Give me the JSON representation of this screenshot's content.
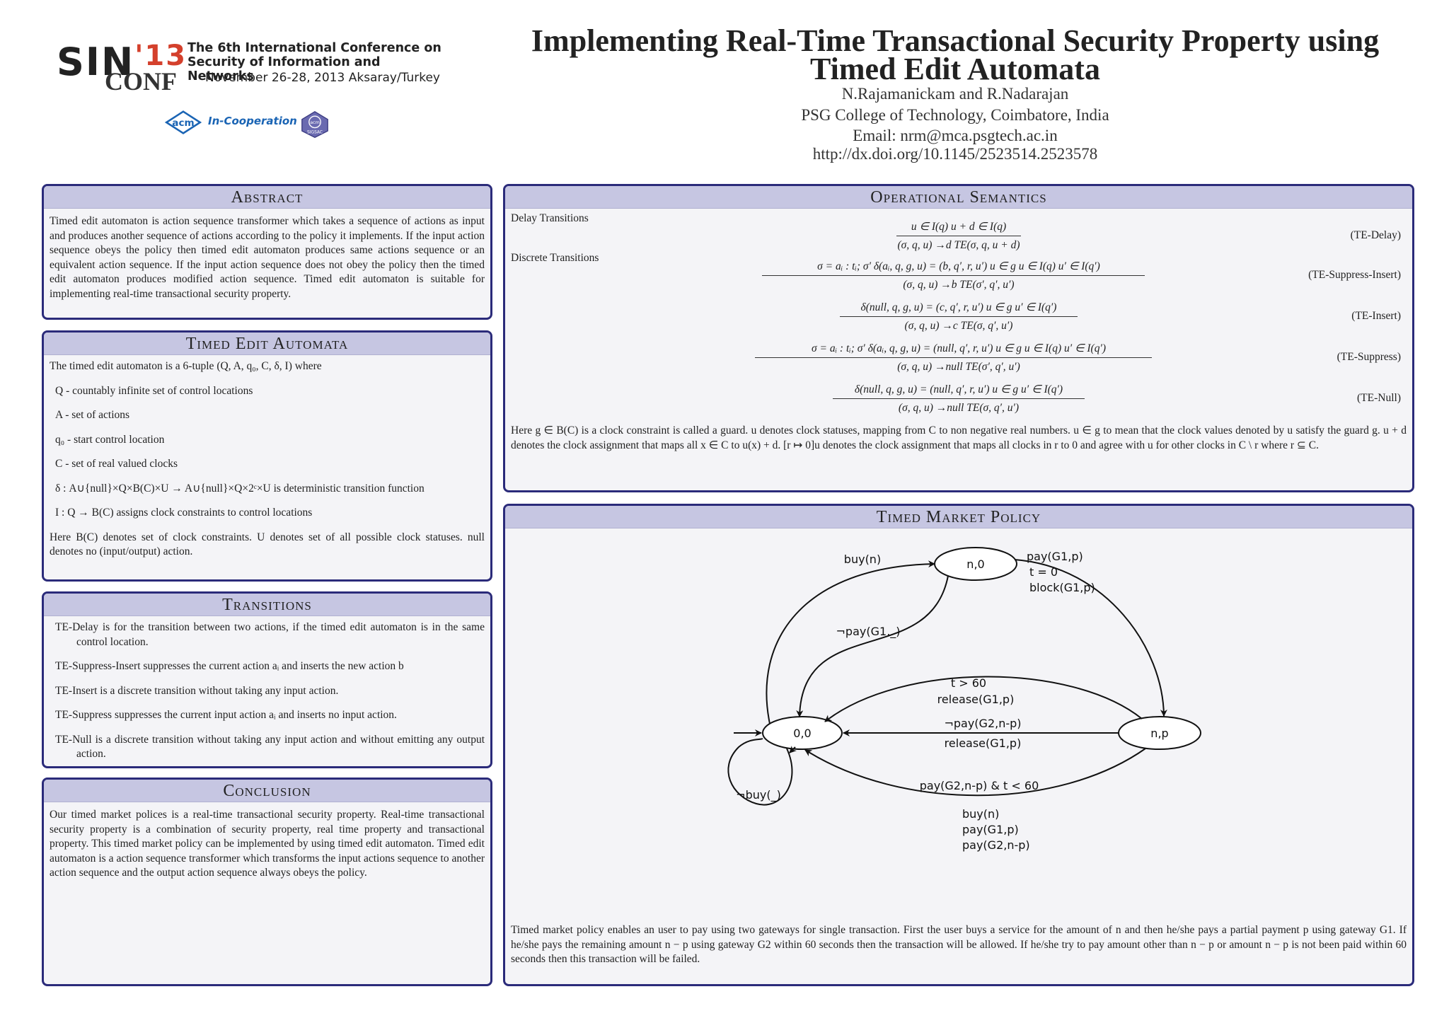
{
  "conference": {
    "logo_sin": "SIN",
    "logo_year": "'13",
    "logo_conf": "CONF",
    "title_lines": [
      "The 6th International Conference on",
      "Security of Information and Networks"
    ],
    "date_place": "November 26-28, 2013 Aksaray/Turkey",
    "acm_text": "In-Cooperation",
    "acm_logo": "acm",
    "sigsac": "SIGSAC"
  },
  "header": {
    "title": "Implementing Real-Time Transactional Security Property using Timed Edit Automata",
    "authors": "N.Rajamanickam and R.Nadarajan",
    "affiliation": "PSG College of Technology, Coimbatore, India",
    "email": "Email: nrm@mca.psgtech.ac.in",
    "doi": "http://dx.doi.org/10.1145/2523514.2523578"
  },
  "abstract": {
    "heading": "Abstract",
    "text": "Timed edit automaton is action sequence transformer which takes a sequence of actions as input and produces another sequence of actions according to the policy it implements. If the input action sequence obeys the policy then timed edit automaton produces same actions sequence or an equivalent action sequence. If the input action sequence does not obey the policy then the timed edit automaton produces modified action sequence. Timed edit automaton is suitable for implementing real-time transactional security property."
  },
  "tea": {
    "heading": "Timed Edit Automata",
    "intro": "The timed edit automaton is a 6-tuple (Q, A, q₀, C, δ, I) where",
    "items": [
      "Q - countably infinite set of control locations",
      "A - set of actions",
      "q₀ - start control location",
      "C - set of real valued clocks",
      "δ : A∪{null}×Q×B(C)×U → A∪{null}×Q×2ᶜ×U is deterministic transition function",
      "I : Q → B(C) assigns clock constraints to control locations"
    ],
    "footer": "Here B(C) denotes set of clock constraints. U denotes set of all possible clock statuses. null denotes no (input/output) action."
  },
  "transitions": {
    "heading": "Transitions",
    "items": [
      "TE-Delay is for the transition between two actions, if the timed edit automaton is in the same control location.",
      "TE-Suppress-Insert suppresses the current action aᵢ and inserts the new action b",
      "TE-Insert is a discrete transition without taking any input action.",
      "TE-Suppress suppresses the current input action aᵢ and inserts no input action.",
      "TE-Null is a discrete transition without taking any input action and without emitting any output action."
    ]
  },
  "conclusion": {
    "heading": "Conclusion",
    "text": "Our timed market polices is a real-time transactional security property. Real-time transactional security property is a combination of security property, real time property and transactional property. This timed market policy can be implemented by using timed edit automaton. Timed edit automaton is a action sequence transformer which transforms the input actions sequence to another action sequence and the output action sequence always obeys the policy."
  },
  "semantics": {
    "heading": "Operational Semantics",
    "delay_label": "Delay Transitions",
    "discrete_label": "Discrete Transitions",
    "rules": [
      {
        "premise": "u ∈ I(q)    u + d ∈ I(q)",
        "conclusion": "(σ, q, u) →d TE(σ, q, u + d)",
        "name": "(TE-Delay)"
      },
      {
        "premise": "σ = aᵢ : tᵢ; σ′    δ(aᵢ, q, g, u) = (b, q′, r, u′)    u ∈ g    u ∈ I(q)    u′ ∈ I(q′)",
        "conclusion": "(σ, q, u) →b TE(σ′, q′, u′)",
        "name": "(TE-Suppress-Insert)"
      },
      {
        "premise": "δ(null, q, g, u) = (c, q′, r, u′)    u ∈ g    u′ ∈ I(q′)",
        "conclusion": "(σ, q, u) →c TE(σ, q′, u′)",
        "name": "(TE-Insert)"
      },
      {
        "premise": "σ = aᵢ : tᵢ; σ′    δ(aᵢ, q, g, u) = (null, q′, r, u′)    u ∈ g    u ∈ I(q)    u′ ∈ I(q′)",
        "conclusion": "(σ, q, u) →null TE(σ′, q′, u′)",
        "name": "(TE-Suppress)"
      },
      {
        "premise": "δ(null, q, g, u) = (null, q′, r, u′)    u ∈ g    u′ ∈ I(q′)",
        "conclusion": "(σ, q, u) →null TE(σ, q′, u′)",
        "name": "(TE-Null)"
      }
    ],
    "footer": "Here g ∈ B(C) is a clock constraint is called a guard. u denotes clock statuses, mapping from C to non negative real numbers. u ∈ g to mean that the clock values denoted by u satisfy the guard g. u + d denotes the clock assignment that maps all x ∈ C to u(x) + d. [r ↦ 0]u denotes the clock assignment that maps all clocks in r to 0 and agree with u for other clocks in C \\ r where r ⊆ C."
  },
  "market": {
    "heading": "Timed Market Policy",
    "states": {
      "s00": "0,0",
      "sn0": "n,0",
      "snp": "n,p"
    },
    "labels": {
      "buy": "buy(n)",
      "pay_top_1": "pay(G1,p)",
      "pay_top_2": "t = 0",
      "pay_top_3": "block(G1,p)",
      "not_pay_g1": "¬pay(G1,_)",
      "release_1": "t > 60",
      "release_2": "release(G1,p)",
      "mid_1": "¬pay(G2,n-p)",
      "mid_2": "release(G1,p)",
      "bottom_1": "pay(G2,n-p) &  t < 60",
      "bottom_2": "buy(n)",
      "bottom_3": "pay(G1,p)",
      "bottom_4": "pay(G2,n-p)",
      "self_loop": "¬buy(_)"
    },
    "description": "Timed market policy enables an user to pay using two gateways for single transaction. First the user buys a service for the amount of n and then he/she pays a partial payment p using gateway G1. If he/she pays the remaining amount n − p using gateway G2 within 60 seconds then the transaction will be allowed. If he/she try to pay amount other than n − p or amount n − p is not been paid within 60 seconds then this transaction will be failed."
  }
}
